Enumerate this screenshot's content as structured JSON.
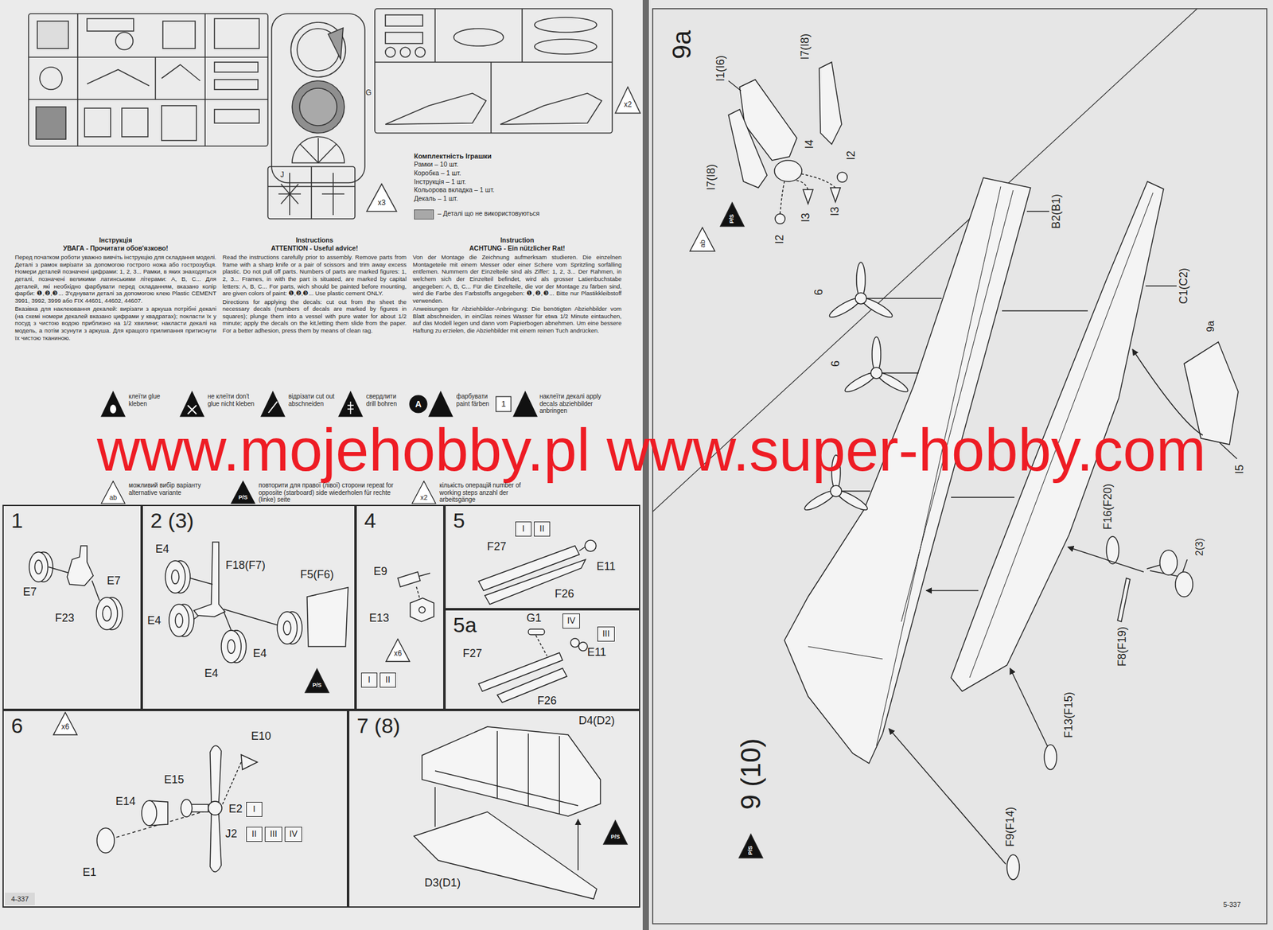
{
  "diagram": {
    "nodes": [
      {
        "text": [
          "1"
        ]
      },
      {
        "text": [
          "2 (3)"
        ]
      },
      {
        "text": [
          "4"
        ]
      },
      {
        "text": [
          "I"
        ],
        "in": 2
      },
      {
        "text": [
          "II"
        ],
        "in": 2
      },
      {
        "text": [
          "5"
        ]
      },
      {
        "text": [
          "I"
        ],
        "in": 5
      },
      {
        "text": [
          "II"
        ],
        "in": 5
      },
      {
        "text": [
          "5a"
        ]
      },
      {
        "text": [
          "IV"
        ],
        "in": 8
      },
      {
        "text": [
          "III"
        ],
        "in": 8
      },
      {
        "text": [
          "6"
        ]
      },
      {
        "text": [
          "I"
        ],
        "in": 11
      },
      {
        "text": [
          "II"
        ],
        "in": 11
      },
      {
        "text": [
          "III"
        ],
        "in": 11
      },
      {
        "text": [
          "IV"
        ],
        "in": 11
      },
      {
        "text": [
          "7 (8)"
        ]
      }
    ],
    "labels": [
      "G",
      "J",
      "x3",
      "x2",
      "Комплектність Іграшки",
      "Рамки – 10 шт.",
      "Коробка – 1 шт.",
      "Інструкція – 1 шт.",
      "Кольорова вкладка – 1 шт.",
      "Декаль – 1 шт.",
      "Інструкція",
      "УВАГА - Прочитати обов'язково!",
      "Перед початком роботи уважно вивчіть інструкцію для складання моделі. Деталі з рамок вирізати за допомогою гострого ножа або гострозубця. Номери деталей позначені цифрами: 1, 2, 3... Рамки, в яких знаходяться деталі, позначені великими латинськими літерами: A, B, C... Для деталей, які необхідно фарбувати перед складанням, вказано колір фарби: ❶,❷,❸... З'єднувати деталі за допомогою клею Plastic CEMENT 3991, 3992, 3999 або FIX 44601, 44602, 44607.",
      "Вказівка для наклеювання декалей: вирізати з аркуша потрібні декалі (на схемі номери декалей вказано цифрами у квадратах); покласти їх у посуд з чистою водою приблизно на 1/2 хвилини; накласти декалі на модель, а потім зсунути з аркуша. Для кращого прилипання притиснути їх чистою тканиною.",
      "Instructions",
      "ATTENTION - Useful advice!",
      "Read the instructions carefully prior to assembly. Remove parts from frame with a sharp knife or a pair of scissors and trim away excess plastic. Do not pull off parts. Numbers of parts are marked figures: 1, 2, 3... Frames, in with the part is situated, are marked by capital letters: A, B, C... For parts, wich should be painted before mounting, are given colors of paint: ❶,❷,❸... Use plastic cement ONLY.",
      "Directions for applying the decals: cut out from the sheet the necessary decals (numbers of decals are marked by figures in squares); plunge them into a vessel with pure water for about 1/2 minute; apply the decals on the kit,letting them slide from the paper. For a better adhesion, press them by means of clean rag.",
      "Instruction",
      "ACHTUNG - Ein nützlicher Rat!",
      "Von der Montage die Zeichnung aufmerksam studieren. Die einzelnen Montageteile mit einem Messer oder einer Schere vom Spritzling sorfälling entfemen. Nummern der Einzelteile sind als Ziffer: 1, 2, 3... Der Rahmen, in welchem sich der Einzelteil befindet, wird als grosser Latienbuchstabe angegeben: A, B, C... Für die Einzelteile, die vor der Montage zu färben sind, wird die Farbe des Farbstoffs angegeben: ❶,❷,❸... Bitte nur Plastikkleibstoff verwenden.",
      "Anweisungen für Abziehbilder-Anbringung: Die benötigten Abziehbilder vom Blatt abschneiden, in einGlas reines Wasser für etwa 1/2 Minute eintauchen, auf das Modell legen und dann vom Papierbogen abnehmen. Um eine bessere Haftung zu erzielen, die Abziehbilder mit einem reinen Tuch andrücken.",
      "A",
      "1",
      "ab",
      "P/S",
      "x2",
      "www.mojehobby.pl www.super-hobby.com",
      "E7",
      "F23",
      "E7",
      "E4",
      "F18(F7)",
      "F5(F6)",
      "E4",
      "E4",
      "E4",
      "P/S",
      "E9",
      "E13",
      "x6",
      "F27",
      "E11",
      "F26",
      "G1",
      "E11",
      "F27",
      "F26",
      "x6",
      "E10",
      "E15",
      "E14",
      "E2",
      "J2",
      "E1",
      "D4(D2)",
      "D3(D1)",
      "P/S",
      "4-337",
      "9a",
      "I1(I6)",
      "I7(I8)",
      "I7(I8)",
      "I4",
      "I2",
      "ab",
      "P/S",
      "I3",
      "I3",
      "I2",
      "B2(B1)",
      "C1(C2)",
      "9a",
      "6",
      "6",
      "I5",
      "F16(F20)",
      "2(3)",
      "F8(F19)",
      "F13(F15)",
      "F9(F14)",
      "9 (10)",
      "P/S",
      "5-337"
    ],
    "legend": [
      {
        "text": "– Деталі що не використовуються",
        "color": "#a8a8a8"
      },
      {
        "text": "клеїти glue kleben"
      },
      {
        "text": "не клеїти don't glue nicht kleben"
      },
      {
        "text": "відрізати cut out abschneiden"
      },
      {
        "text": "свердлити drill bohren"
      },
      {
        "text": "фарбувати paint färben"
      },
      {
        "text": "наклеїти декалі apply decals abziehbilder anbringen"
      },
      {
        "text": "можливий вибір варіанту alternative variante"
      },
      {
        "text": "повторити для правої (лівої) сторони repeat for opposite (starboard) side wiederholen für rechte (linke) seite"
      },
      {
        "text": "кількість операцій number of working steps anzahl der arbeitsgänge"
      }
    ]
  }
}
